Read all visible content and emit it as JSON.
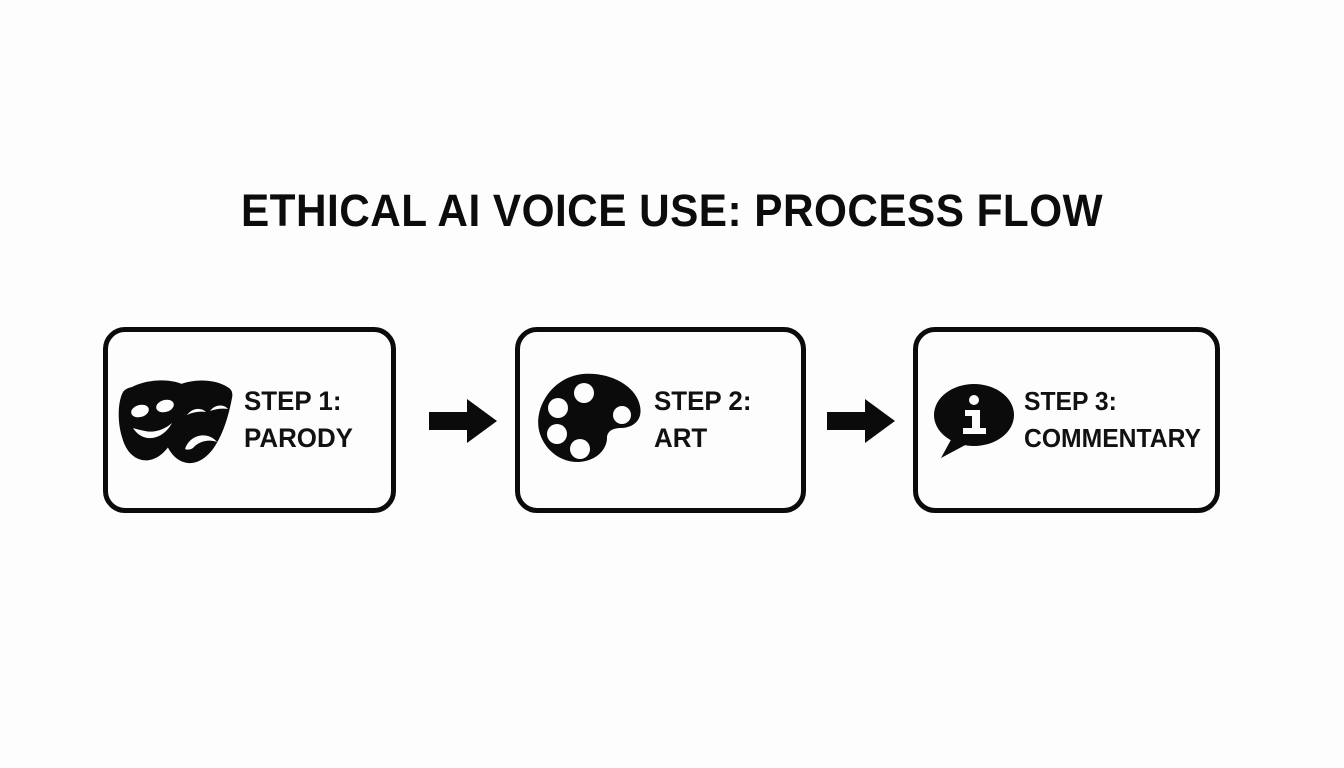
{
  "slide": {
    "title": "ETHICAL AI VOICE USE: PROCESS FLOW",
    "background_color": "#fdfdfd",
    "ink_color": "#0b0b0b"
  },
  "flow": {
    "steps": [
      {
        "icon": "theater-masks-icon",
        "label": "STEP 1:\nPARODY",
        "line1": "STEP 1:",
        "line2": "PARODY"
      },
      {
        "icon": "artist-palette-icon",
        "label": "STEP 2:\nART",
        "line1": "STEP 2:",
        "line2": "ART"
      },
      {
        "icon": "info-speech-bubble-icon",
        "label": "STEP 3:\nCOMMENTARY",
        "line1": "STEP 3:",
        "line2": "COMMENTARY"
      }
    ],
    "connectors": [
      {
        "icon": "arrow-right-icon"
      },
      {
        "icon": "arrow-right-icon"
      }
    ]
  }
}
